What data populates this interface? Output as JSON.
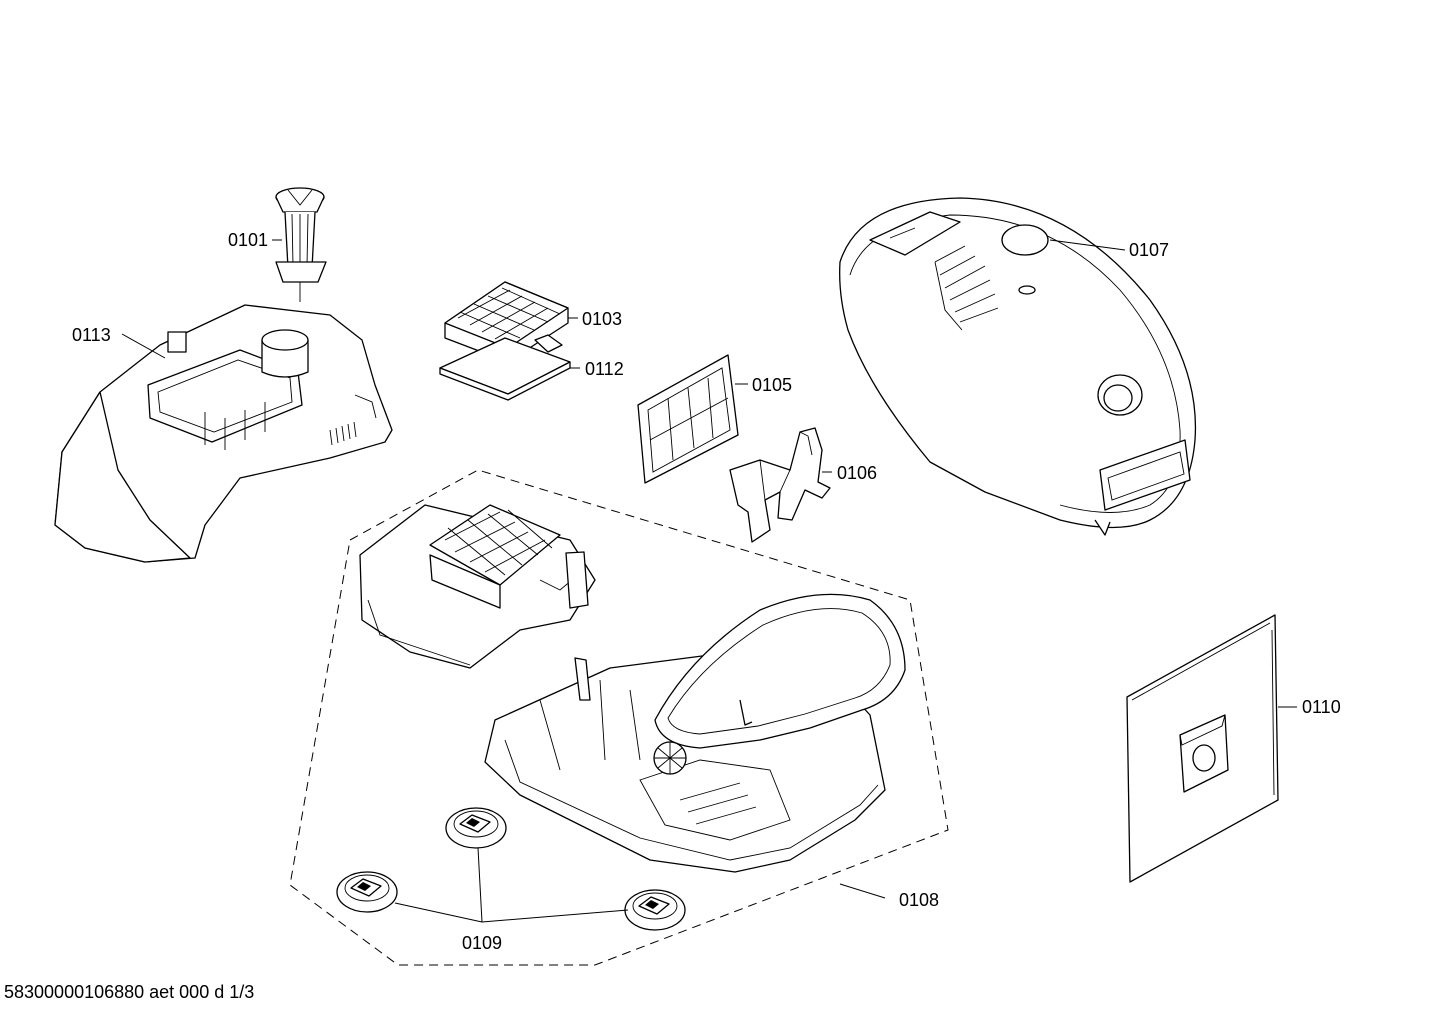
{
  "parts": [
    {
      "id": "p0101",
      "label": "0101"
    },
    {
      "id": "p0103",
      "label": "0103"
    },
    {
      "id": "p0105",
      "label": "0105"
    },
    {
      "id": "p0106",
      "label": "0106"
    },
    {
      "id": "p0107",
      "label": "0107"
    },
    {
      "id": "p0108",
      "label": "0108"
    },
    {
      "id": "p0109",
      "label": "0109"
    },
    {
      "id": "p0110",
      "label": "0110"
    },
    {
      "id": "p0112",
      "label": "0112"
    },
    {
      "id": "p0113",
      "label": "0113"
    }
  ],
  "footer": {
    "code": "58300000106880 aet 000 d 1/3"
  }
}
